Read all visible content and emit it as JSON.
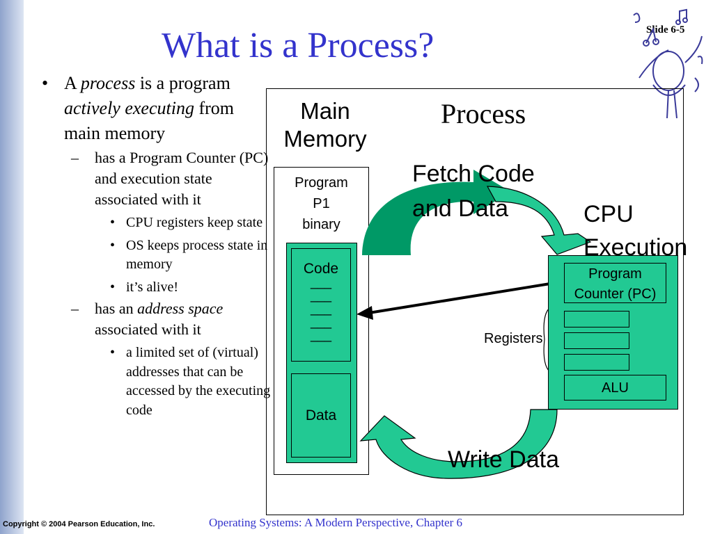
{
  "slide": {
    "title": "What is a Process?",
    "number": "Slide 6-5"
  },
  "bullets": {
    "main_pre": "A ",
    "main_em1": "process",
    "main_mid1": " is a program ",
    "main_em2": "actively executing",
    "main_post": " from main memory",
    "sub1": "has a Program Counter (PC) and execution state associated with it",
    "sub1_items": [
      "CPU registers keep state",
      "OS keeps process state in memory",
      "it’s alive!"
    ],
    "sub2_pre": "has an ",
    "sub2_em": "address space",
    "sub2_post": " associated with it",
    "sub2_items": [
      "a limited set of (virtual) addresses that can be accessed by the executing code"
    ]
  },
  "diagram": {
    "process_label": "Process",
    "main_memory_line1": "Main",
    "main_memory_line2": "Memory",
    "program_line1": "Program",
    "program_line2": "P1",
    "program_line3": "binary",
    "code_label": "Code",
    "code_lines": [
      "___",
      "___",
      "___",
      "___",
      "___"
    ],
    "data_label": "Data",
    "fetch_line1": "Fetch Code",
    "fetch_line2": "and Data",
    "cpu_line1": "CPU",
    "cpu_line2": "Execution",
    "pc_line1": "Program",
    "pc_line2": "Counter (PC)",
    "registers_label": "Registers",
    "alu_label": "ALU",
    "write_label": "Write Data",
    "colors": {
      "green": "#22c993",
      "arrow_green": "#009966",
      "title_blue": "#3333cc"
    }
  },
  "footer": {
    "copyright": "Copyright © 2004 Pearson Education, Inc.",
    "book": "Operating Systems: A Modern Perspective, Chapter 6"
  }
}
